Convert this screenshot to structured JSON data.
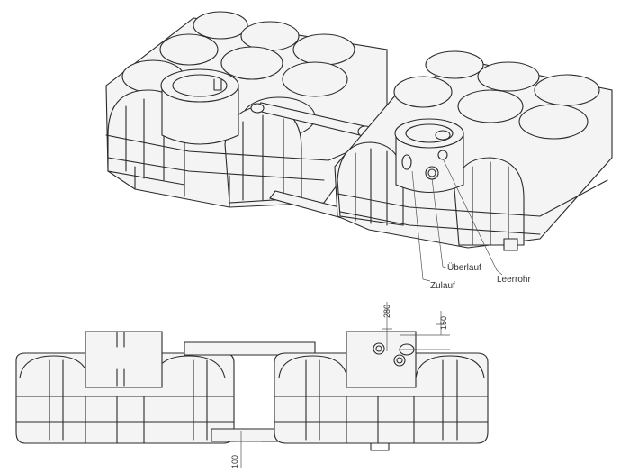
{
  "labels": {
    "zulauf": "Zulauf",
    "ueberlauf": "Überlauf",
    "leerrohr": "Leerrohr"
  },
  "dimensions": {
    "d280": "280",
    "d150": "150",
    "d100": "100"
  },
  "colors": {
    "line": "#2a2a2a",
    "background": "#ffffff"
  }
}
